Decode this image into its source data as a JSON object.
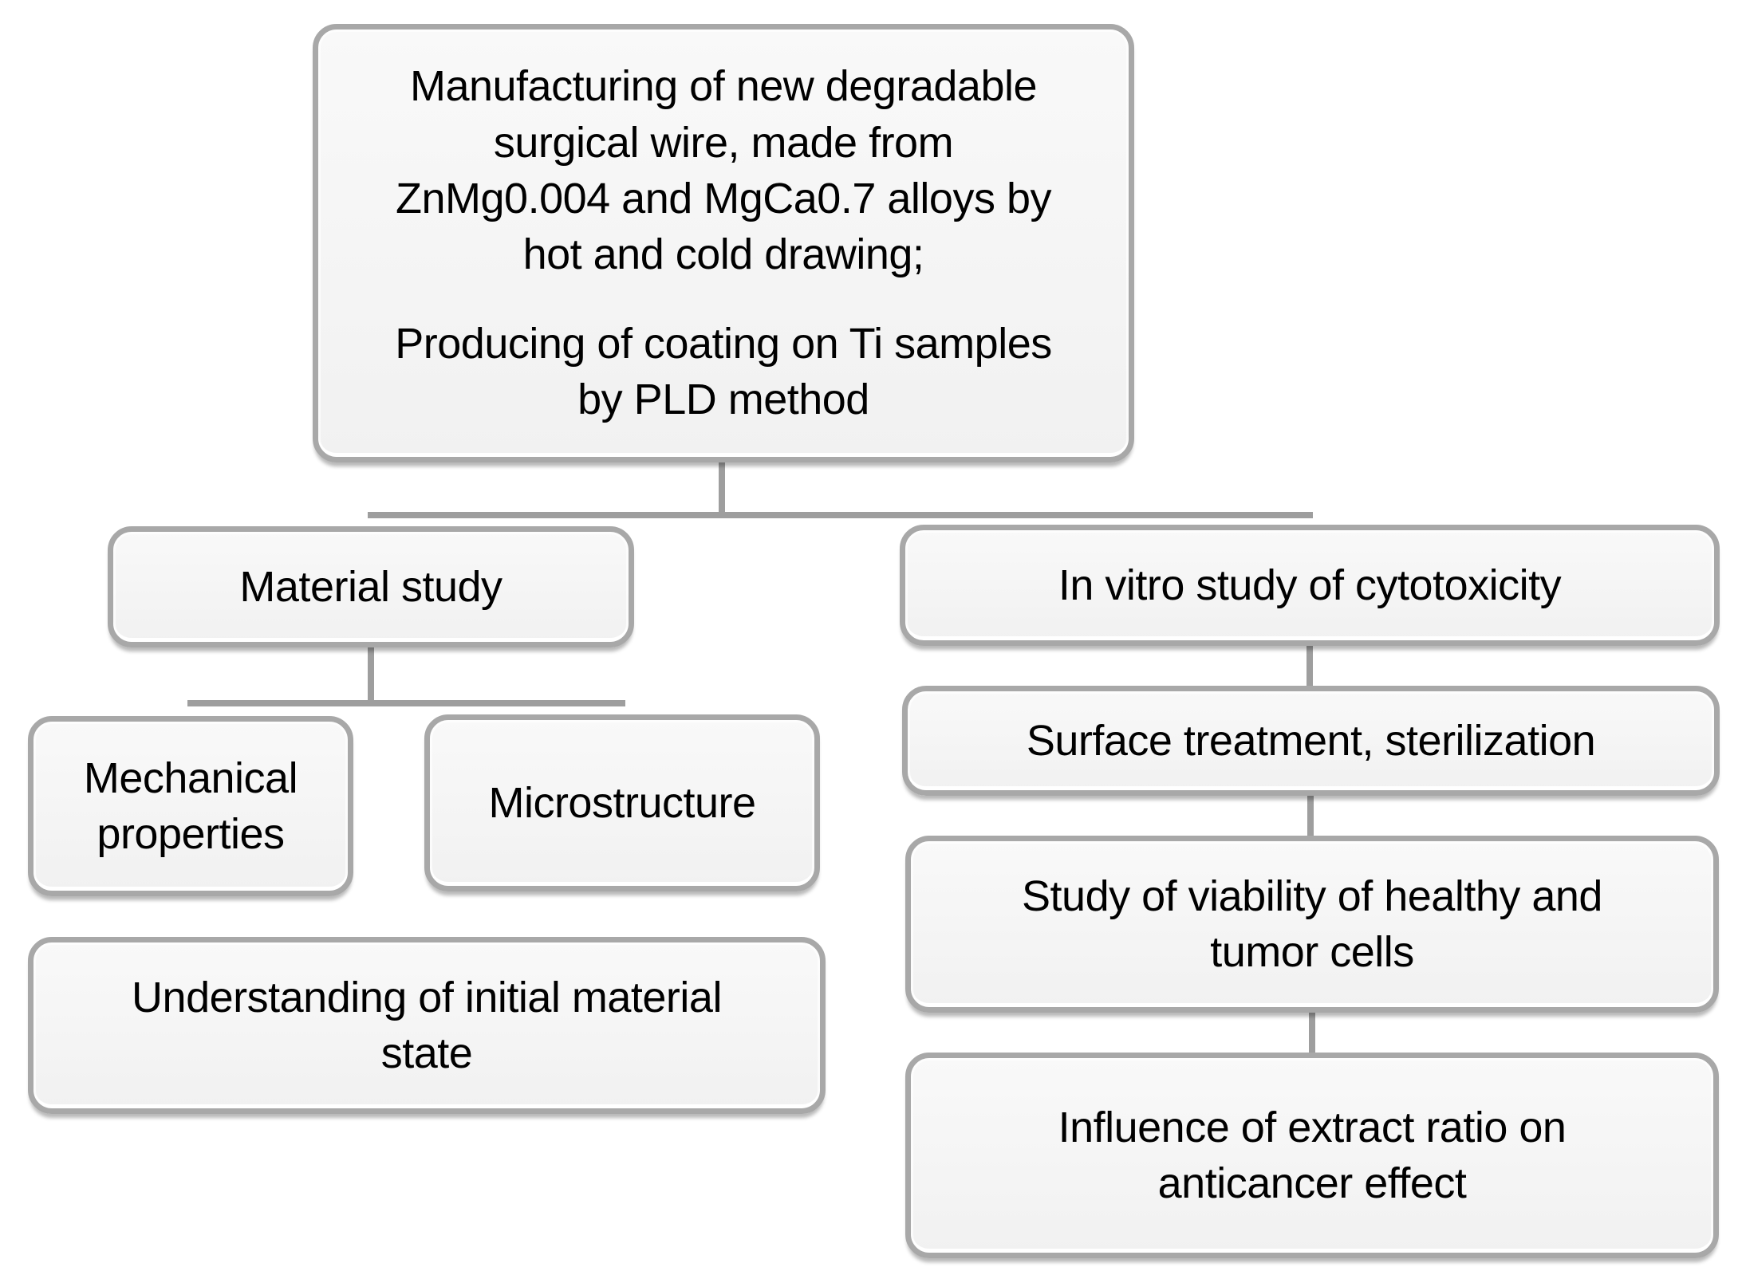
{
  "colors": {
    "background": "#ffffff",
    "box_fill": "#f2f2f2",
    "box_border": "#a8a8a8",
    "connector": "#9e9e9e",
    "text": "#000000"
  },
  "nodes": {
    "root": {
      "paragraphs": [
        "Manufacturing of new degradable\nsurgical wire, made from\nZnMg0.004 and MgCa0.7 alloys by\nhot and cold drawing;",
        "Producing of coating on Ti samples\nby PLD method"
      ]
    },
    "material_study": {
      "label": "Material study"
    },
    "in_vitro": {
      "label": "In vitro study of cytotoxicity"
    },
    "mechanical": {
      "label": "Mechanical\nproperties"
    },
    "microstructure": {
      "label": "Microstructure"
    },
    "understanding": {
      "label": "Understanding of initial material\nstate"
    },
    "surface": {
      "label": "Surface treatment, sterilization"
    },
    "viability": {
      "label": "Study of viability of healthy and\ntumor cells"
    },
    "influence": {
      "label": "Influence of extract ratio on\nanticancer effect"
    }
  },
  "edges": [
    [
      "root",
      "material_study"
    ],
    [
      "root",
      "in_vitro"
    ],
    [
      "material_study",
      "mechanical"
    ],
    [
      "material_study",
      "microstructure"
    ],
    [
      "in_vitro",
      "surface"
    ],
    [
      "surface",
      "viability"
    ],
    [
      "viability",
      "influence"
    ]
  ]
}
